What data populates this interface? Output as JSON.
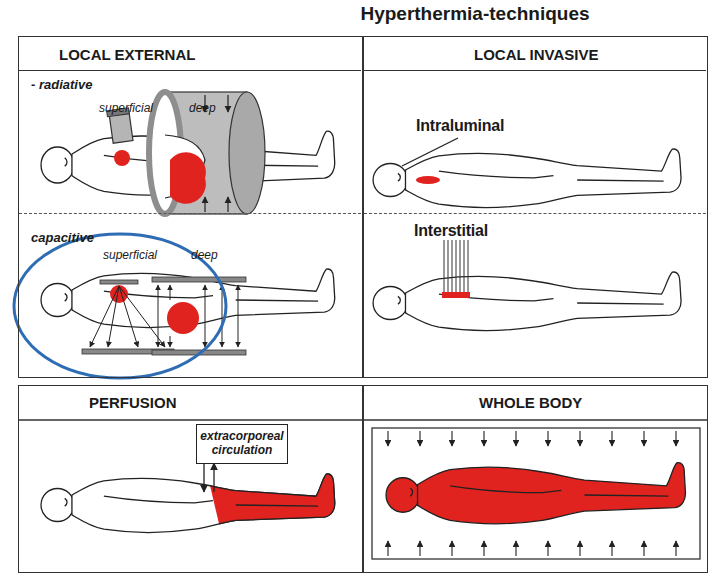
{
  "diagram": {
    "title": "Hyperthermia-techniques",
    "nodes": [
      {
        "text": [
          "LOCAL EXTERNAL"
        ]
      },
      {
        "text": [
          "- radiative",
          "superficial",
          "deep"
        ],
        "in": 0
      },
      {
        "text": [
          "capacitive",
          "superficial",
          "deep"
        ],
        "in": 0
      },
      {
        "text": [
          "LOCAL INVASIVE"
        ]
      },
      {
        "text": [
          "Intraluminal"
        ],
        "in": 3
      },
      {
        "text": [
          "Interstitial"
        ],
        "in": 3
      },
      {
        "text": [
          "PERFUSION"
        ]
      },
      {
        "text": [
          "extracorporeal circulation"
        ],
        "in": 6
      },
      {
        "text": [
          "WHOLE BODY"
        ]
      }
    ]
  }
}
